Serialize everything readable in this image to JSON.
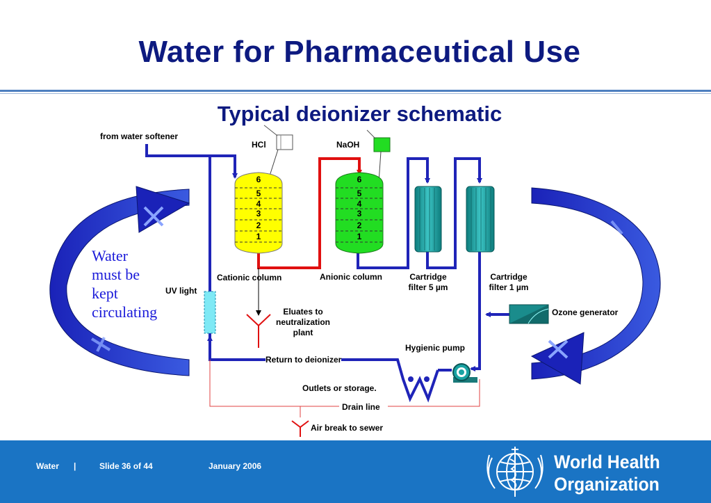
{
  "slide": {
    "title": "Water for Pharmaceutical Use",
    "subtitle": "Typical deionizer schematic"
  },
  "labels": {
    "source": "from water softener",
    "hcl": "HCl",
    "naoh": "NaOH",
    "cationic_column": "Cationic column",
    "anionic_column": "Anionic column",
    "cartridge_5_line1": "Cartridge",
    "cartridge_5_line2": "filter 5 µm",
    "cartridge_1_line1": "Cartridge",
    "cartridge_1_line2": "filter 1 µm",
    "uv_light": "UV light",
    "eluates_line1": "Eluates to",
    "eluates_line2": "neutralization",
    "eluates_line3": "plant",
    "ozone_generator": "Ozone generator",
    "hygienic_pump": "Hygienic pump",
    "return": "Return to deionizer",
    "outlets": "Outlets or storage.",
    "drain": "Drain line",
    "air_break": "Air break to sewer"
  },
  "note": {
    "line1": "Water",
    "line2": "must be",
    "line3": "kept",
    "line4": "circulating"
  },
  "column_levels": [
    "6",
    "5",
    "4",
    "3",
    "2",
    "1"
  ],
  "colors": {
    "title": "#0d1a80",
    "pipe": "#1f24b8",
    "acid_pipe": "#e01010",
    "cationic_resin": "#ffff00",
    "anionic_resin": "#22dd22",
    "filter": "#1aa3a3",
    "drain": "#e04040",
    "arrow": "#1f2fc6",
    "footer": "#1a74c4"
  },
  "footer": {
    "section": "Water",
    "separator": "|",
    "slide": "Slide 36  of 44",
    "date": "January 2006",
    "org_line1": "World Health",
    "org_line2": "Organization"
  }
}
